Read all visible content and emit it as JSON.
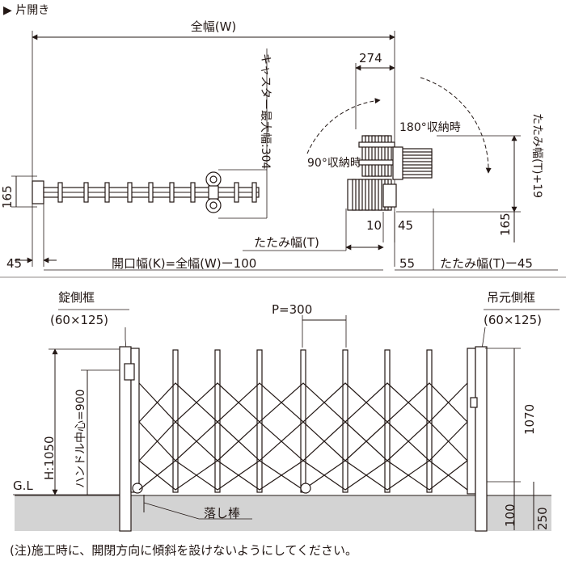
{
  "header": {
    "title": "▶ 片開き"
  },
  "plan_view": {
    "overall_width": "全幅(W)",
    "caster_max_width": "キャスター最大幅:304",
    "dim_165_left": "165",
    "dim_45_left": "45",
    "opening_width": "開口幅(K)=全幅(W)ー100",
    "dim_274": "274",
    "stored_180": "180°収納時",
    "stored_90": "90°収納時",
    "folded_width_plus": "たたみ幅(T)+19",
    "dim_10": "10",
    "dim_45_right": "45",
    "dim_165_right": "165",
    "folded_width": "たたみ幅(T)",
    "dim_55": "55",
    "folded_width_minus": "たたみ幅(T)ー45"
  },
  "elevation_view": {
    "lock_frame": "錠側框",
    "lock_frame_size": "(60×125)",
    "pitch": "P=300",
    "hinge_frame": "吊元側框",
    "hinge_frame_size": "(60×125)",
    "height": "H:1050",
    "handle_center": "ハンドル中心=900",
    "ground_level": "G.L",
    "dim_1070": "1070",
    "dim_100": "100",
    "dim_250": "250",
    "drop_rod": "落し棒"
  },
  "footer": {
    "note": "(注)施工時に、開閉方向に傾斜を設けないようにしてください。"
  },
  "colors": {
    "ink": "#231815",
    "ground": "#d3d3d3",
    "paper": "#ffffff"
  }
}
